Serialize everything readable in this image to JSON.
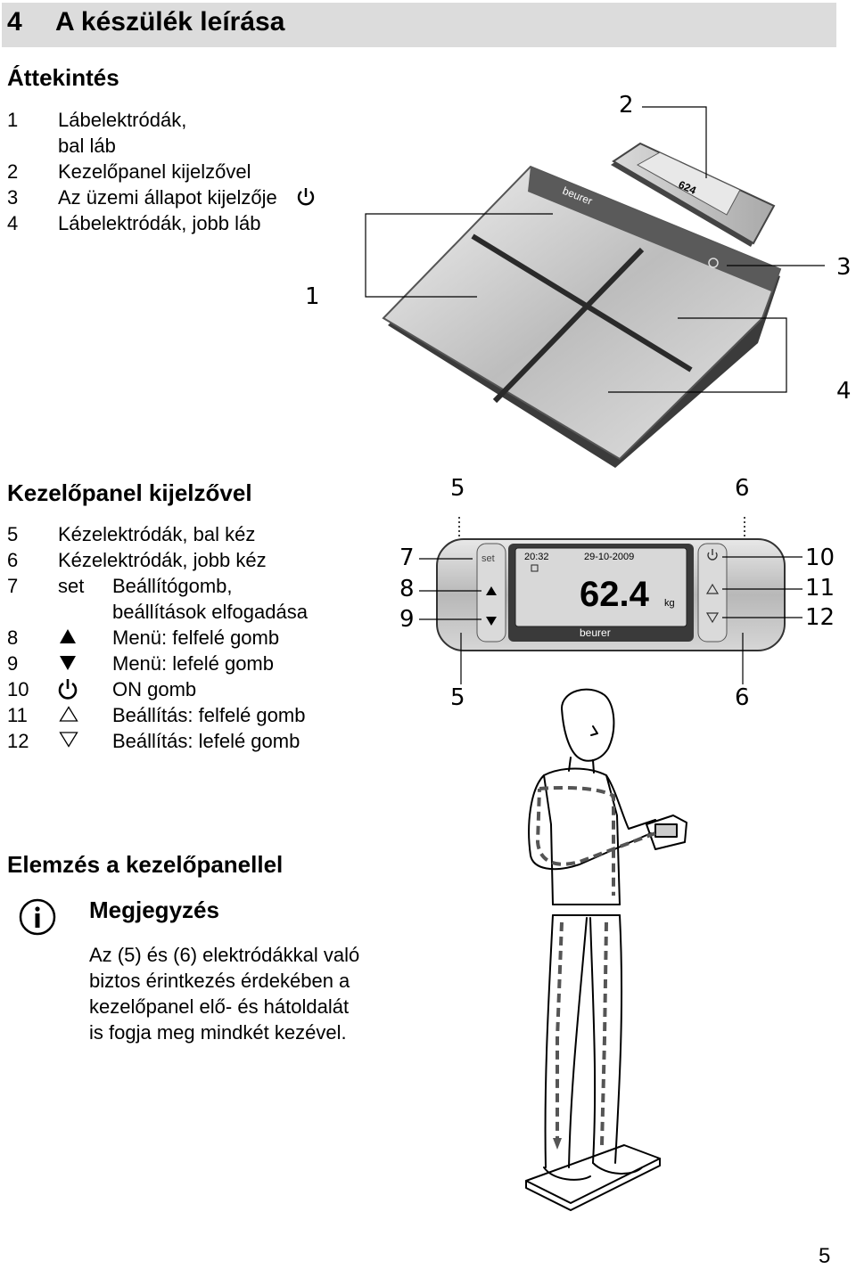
{
  "section": {
    "number": "4",
    "title": "A készülék leírása"
  },
  "overview": {
    "heading": "Áttekintés",
    "items": [
      {
        "num": "1",
        "lines": [
          "Lábelektródák,",
          "bal láb"
        ]
      },
      {
        "num": "2",
        "lines": [
          "Kezelőpanel kijelzővel"
        ]
      },
      {
        "num": "3",
        "lines": [
          "Az üzemi állapot kijelzője"
        ],
        "icon": "power-icon"
      },
      {
        "num": "4",
        "lines": [
          "Lábelektródák, jobb láb"
        ]
      }
    ]
  },
  "panel": {
    "heading": "Kezelőpanel kijelzővel",
    "items": [
      {
        "num": "5",
        "key": "",
        "text": "Kézelektródák, bal kéz"
      },
      {
        "num": "6",
        "key": "",
        "text": "Kézelektródák, jobb kéz"
      },
      {
        "num": "7",
        "key": "set",
        "text": "Beállítógomb,",
        "text2": "beállítások elfogadása"
      },
      {
        "num": "8",
        "key_icon": "triangle-up-filled-icon",
        "text": "Menü: felfelé gomb"
      },
      {
        "num": "9",
        "key_icon": "triangle-down-filled-icon",
        "text": "Menü: lefelé gomb"
      },
      {
        "num": "10",
        "key_icon": "power-icon",
        "text": "ON gomb"
      },
      {
        "num": "11",
        "key_icon": "triangle-up-outline-icon",
        "text": "Beállítás: felfelé gomb"
      },
      {
        "num": "12",
        "key_icon": "triangle-down-outline-icon",
        "text": "Beállítás: lefelé gomb"
      }
    ]
  },
  "analysis": {
    "heading": "Elemzés a kezelőpanellel",
    "note_heading": "Megjegyzés",
    "note_icon": "info-icon",
    "note_lines": [
      "Az (5) és (6) elektródákkal való",
      "biztos érintkezés érdekében a",
      "kezelőpanel elő- és hátoldalát",
      "is fogja meg mindkét kezével."
    ]
  },
  "scale_figure": {
    "callouts": [
      "1",
      "2",
      "3",
      "4"
    ],
    "brand": "beurer",
    "display_value": "624"
  },
  "panel_figure": {
    "callouts": [
      "5",
      "6",
      "7",
      "8",
      "9",
      "10",
      "11",
      "12",
      "5",
      "6"
    ],
    "set_label": "set",
    "time": "20:32",
    "date": "29-10-2009",
    "weight": "62.4",
    "unit": "kg",
    "brand": "beurer"
  },
  "page_number": "5"
}
